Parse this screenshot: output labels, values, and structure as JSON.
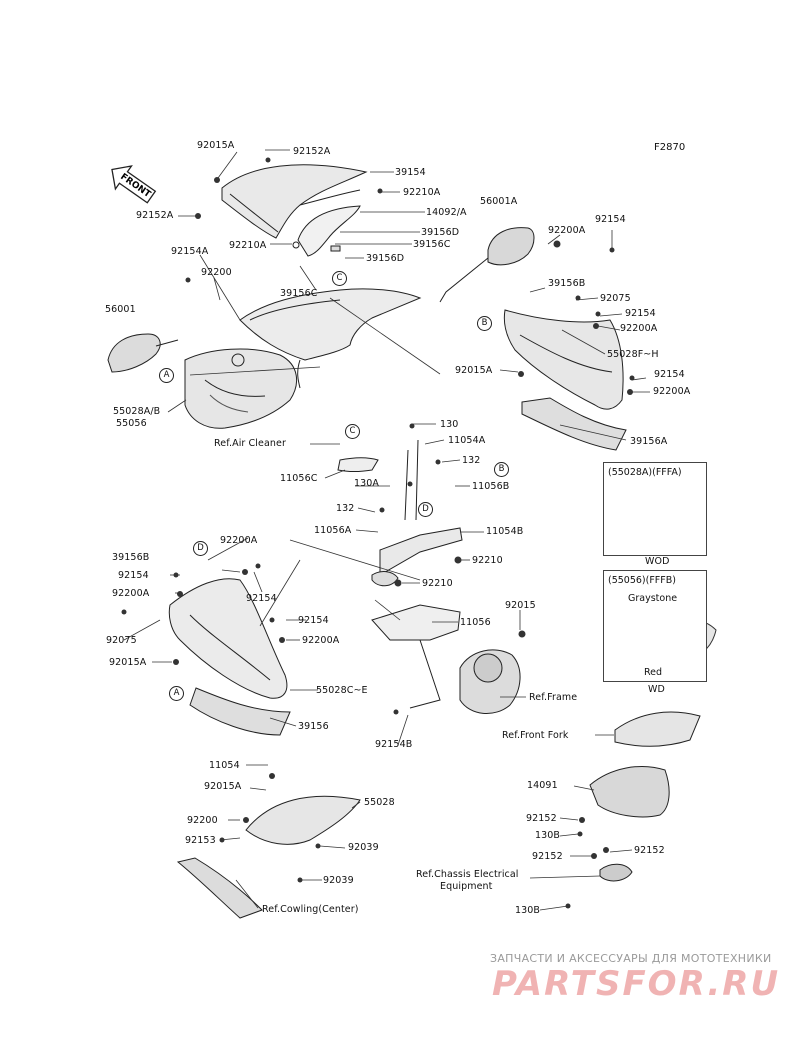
{
  "code": "F2870",
  "front_badge": "FRONT",
  "labels": {
    "l92015A_top": "92015A",
    "l92152A_top": "92152A",
    "l39154": "39154",
    "l92210A_r": "92210A",
    "l14092A": "14092/A",
    "l39156D_a": "39156D",
    "l39156C_a": "39156C",
    "l39156D_b": "39156D",
    "l92210A_l": "92210A",
    "l92152A_l": "92152A",
    "l92154A": "92154A",
    "l92200_a": "92200",
    "l56001": "56001",
    "l39156C_b": "39156C",
    "l56001A": "56001A",
    "l92200A_a": "92200A",
    "l92154_a": "92154",
    "l39156B_a": "39156B",
    "l92075_a": "92075",
    "l92154_b": "92154",
    "l92200A_b": "92200A",
    "l55028FH": "55028F~H",
    "l92015A_mid": "92015A",
    "l92154_c": "92154",
    "l92200A_c": "92200A",
    "l39156A": "39156A",
    "l55028AB": "55028A/B",
    "l55056": "55056",
    "lRefAir": "Ref.Air Cleaner",
    "l130_a": "130",
    "l11054A": "11054A",
    "l132_a": "132",
    "l11056C": "11056C",
    "l130A": "130A",
    "l11056B": "11056B",
    "l132_b": "132",
    "l11056A": "11056A",
    "l11054B": "11054B",
    "l39156B_b": "39156B",
    "l92200A_d": "92200A",
    "l92154_d": "92154",
    "l92200A_e": "92200A",
    "l92154_e": "92154",
    "l92210_a": "92210",
    "l92210_b": "92210",
    "l92015_a": "92015",
    "l11056": "11056",
    "l92154_f": "92154",
    "l92200A_f": "92200A",
    "l92075_b": "92075",
    "l92015A_low": "92015A",
    "l55028CE": "55028C~E",
    "l39156": "39156",
    "lRefFrame": "Ref.Frame",
    "l92154B": "92154B",
    "lRefFork": "Ref.Front Fork",
    "l11054": "11054",
    "l92015A_b": "92015A",
    "l55028": "55028",
    "l14091": "14091",
    "l92200_b": "92200",
    "l92153": "92153",
    "l92039_a": "92039",
    "l92152_a": "92152",
    "l130B_a": "130B",
    "l92152_b": "92152",
    "l92152_c": "92152",
    "l92039_b": "92039",
    "lRefChassis1": "Ref.Chassis Electrical",
    "lRefChassis2": "Equipment",
    "lRefCowling": "Ref.Cowling(Center)",
    "l130B_b": "130B"
  },
  "callouts": {
    "A1": "A",
    "A2": "A",
    "B1": "B",
    "B2": "B",
    "C1": "C",
    "C2": "C",
    "D1": "D",
    "D2": "D"
  },
  "inset_top": {
    "title": "(55028A)(FFFA)",
    "caption": "WOD"
  },
  "inset_bottom": {
    "title": "(55056)(FFFB)",
    "top_color": "Graystone",
    "bottom_color": "Red",
    "caption": "WD"
  },
  "watermark": {
    "line1": "ЗАПЧАСТИ И АКСЕССУАРЫ ДЛЯ МОТОТЕХНИКИ",
    "line2": "PARTSFOR.RU"
  }
}
